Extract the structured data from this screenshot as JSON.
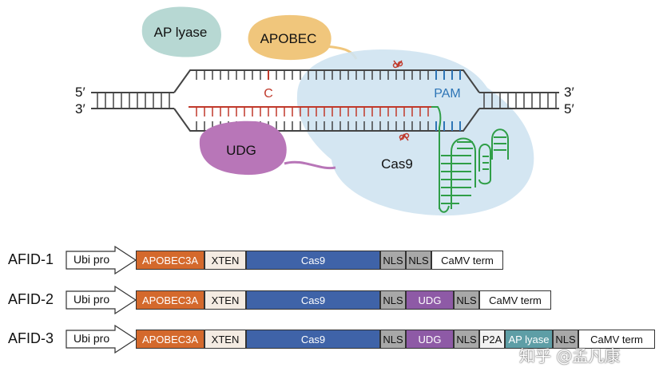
{
  "diagram": {
    "enzymes": {
      "ap_lyase": "AP lyase",
      "apobec": "APOBEC",
      "udg": "UDG",
      "cas9": "Cas9"
    },
    "dna": {
      "left_top": "5′",
      "left_bottom": "3′",
      "right_top": "3′",
      "right_bottom": "5′",
      "target_base": "C",
      "pam": "PAM"
    },
    "colors": {
      "ap_lyase_blob": "#b7d8d3",
      "apobec_blob": "#f0c67c",
      "udg_blob": "#b876b8",
      "cas9_blob": "#cfe3f1",
      "dna_strand": "#444444",
      "target_c": "#c0392b",
      "pam": "#2e75b6",
      "sgrna": "#2f9e47"
    }
  },
  "constructs": [
    {
      "name": "AFID-1",
      "promoter": "Ubi pro",
      "segments": [
        {
          "label": "APOBEC3A",
          "color": "#d4692c",
          "text_color": "#ffffff"
        },
        {
          "label": "XTEN",
          "color": "#f4ebe2",
          "text_color": "#111111"
        },
        {
          "label": "Cas9",
          "color": "#3f63a8",
          "text_color": "#ffffff"
        },
        {
          "label": "NLS",
          "color": "#a8a8a8",
          "text_color": "#111111"
        },
        {
          "label": "NLS",
          "color": "#a8a8a8",
          "text_color": "#111111"
        },
        {
          "label": "CaMV term",
          "color": "#ffffff",
          "text_color": "#111111"
        }
      ]
    },
    {
      "name": "AFID-2",
      "promoter": "Ubi pro",
      "segments": [
        {
          "label": "APOBEC3A",
          "color": "#d4692c",
          "text_color": "#ffffff"
        },
        {
          "label": "XTEN",
          "color": "#f4ebe2",
          "text_color": "#111111"
        },
        {
          "label": "Cas9",
          "color": "#3f63a8",
          "text_color": "#ffffff"
        },
        {
          "label": "NLS",
          "color": "#a8a8a8",
          "text_color": "#111111"
        },
        {
          "label": "UDG",
          "color": "#8e5aa6",
          "text_color": "#ffffff"
        },
        {
          "label": "NLS",
          "color": "#a8a8a8",
          "text_color": "#111111"
        },
        {
          "label": "CaMV term",
          "color": "#ffffff",
          "text_color": "#111111"
        }
      ]
    },
    {
      "name": "AFID-3",
      "promoter": "Ubi pro",
      "segments": [
        {
          "label": "APOBEC3A",
          "color": "#d4692c",
          "text_color": "#ffffff"
        },
        {
          "label": "XTEN",
          "color": "#f4ebe2",
          "text_color": "#111111"
        },
        {
          "label": "Cas9",
          "color": "#3f63a8",
          "text_color": "#ffffff"
        },
        {
          "label": "NLS",
          "color": "#a8a8a8",
          "text_color": "#111111"
        },
        {
          "label": "UDG",
          "color": "#8e5aa6",
          "text_color": "#ffffff"
        },
        {
          "label": "NLS",
          "color": "#a8a8a8",
          "text_color": "#111111"
        },
        {
          "label": "P2A",
          "color": "#f2f2f2",
          "text_color": "#111111"
        },
        {
          "label": "AP lyase",
          "color": "#5e9ea6",
          "text_color": "#ffffff"
        },
        {
          "label": "NLS",
          "color": "#a8a8a8",
          "text_color": "#111111"
        },
        {
          "label": "CaMV term",
          "color": "#ffffff",
          "text_color": "#111111"
        }
      ]
    }
  ],
  "watermark": "知乎 @孟凡康"
}
